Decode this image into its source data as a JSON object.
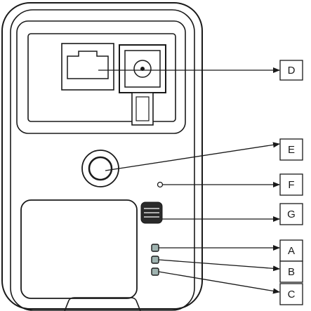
{
  "callouts": [
    {
      "id": "D",
      "label": "D"
    },
    {
      "id": "E",
      "label": "E"
    },
    {
      "id": "F",
      "label": "F"
    },
    {
      "id": "G",
      "label": "G"
    },
    {
      "id": "A",
      "label": "A"
    },
    {
      "id": "B",
      "label": "B"
    },
    {
      "id": "C",
      "label": "C"
    }
  ],
  "colors": {
    "stroke": "#1a1a1a",
    "led": "#9fb3b0",
    "background": "#ffffff"
  }
}
